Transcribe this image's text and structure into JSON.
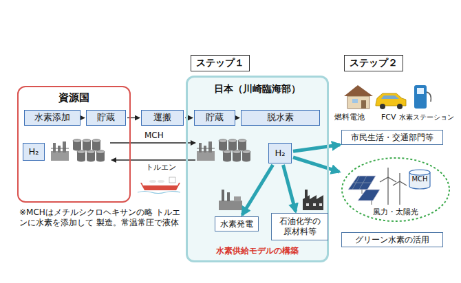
{
  "diagram": {
    "nodes": [
      {
        "text": [
          "資源国"
        ]
      },
      {
        "text": [
          "水素添加"
        ],
        "in": 0
      },
      {
        "text": [
          "貯蔵"
        ],
        "in": 0
      },
      {
        "text": [
          "H₂"
        ],
        "in": 0
      },
      {
        "text": [
          "運搬"
        ]
      },
      {
        "text": [
          "ステップ１"
        ]
      },
      {
        "text": [
          "日本（川崎臨海部）",
          "水素供給モデルの構築"
        ]
      },
      {
        "text": [
          "貯蔵"
        ],
        "in": 6
      },
      {
        "text": [
          "脱水素"
        ],
        "in": 6
      },
      {
        "text": [
          "H₂"
        ],
        "in": 6
      },
      {
        "text": [
          "水素発電"
        ],
        "in": 6
      },
      {
        "text": [
          "石油化学の 原材料等"
        ],
        "in": 6
      },
      {
        "text": [
          "ステップ２"
        ]
      },
      {
        "text": [
          "市民生活・交通部門等"
        ]
      },
      {
        "text": [
          "風力・太陽光"
        ]
      },
      {
        "text": [
          "MCH"
        ],
        "in": 14
      },
      {
        "text": [
          "グリーン水素の活用"
        ]
      }
    ],
    "edges": [
      {
        "from": 1,
        "to": 2,
        "arrow": "to"
      },
      {
        "from": 2,
        "to": 4,
        "arrow": "to"
      },
      {
        "from": 4,
        "to": 7,
        "arrow": "to"
      },
      {
        "from": 7,
        "to": 8,
        "arrow": "to"
      },
      {
        "from": 9,
        "to": 13,
        "arrow": "to"
      },
      {
        "from": 9,
        "to": 14,
        "arrow": "to"
      },
      {
        "from": 9,
        "to": 10,
        "arrow": "to"
      },
      {
        "from": 9,
        "to": 11,
        "arrow": "to"
      }
    ],
    "labels": [
      "MCH",
      "トルエン",
      "※MCHはメチルシクロヘキサンの略 トルエンに水素を添加して 製造。常温常圧で液体",
      "燃料電池",
      "FCV",
      "水素ステーション"
    ]
  }
}
